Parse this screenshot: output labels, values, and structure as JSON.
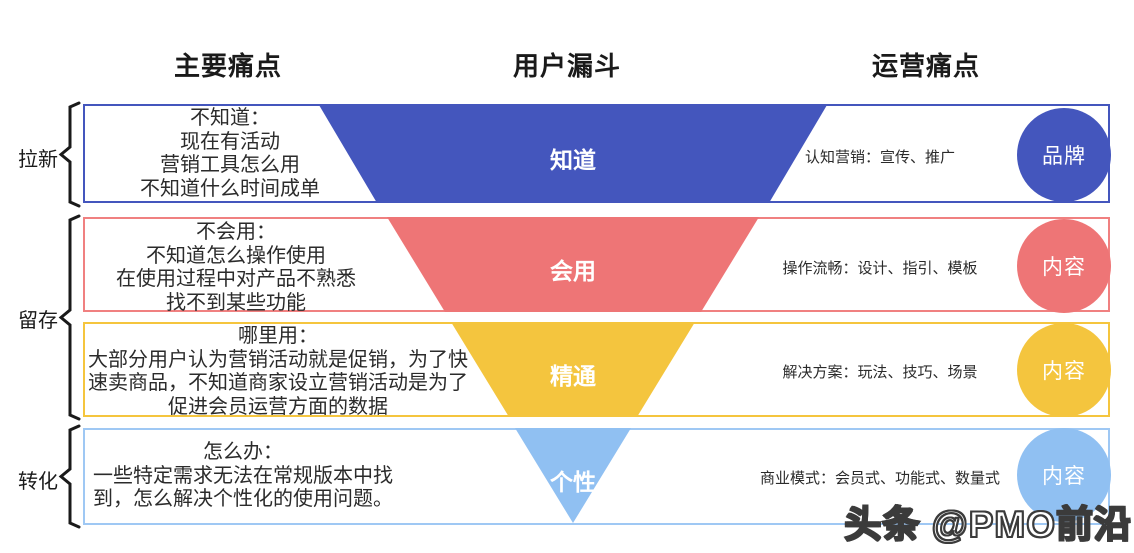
{
  "headers": {
    "left": "主要痛点",
    "center": "用户漏斗",
    "right": "运营痛点"
  },
  "stages": [
    {
      "label": "拉新",
      "covers_rows": [
        0
      ]
    },
    {
      "label": "留存",
      "covers_rows": [
        1,
        2
      ]
    },
    {
      "label": "转化",
      "covers_rows": [
        3
      ]
    }
  ],
  "rows": [
    {
      "pain_lines": [
        "不知道：",
        "现在有活动",
        "营销工具怎么用",
        "不知道什么时间成单"
      ],
      "funnel_label": "知道",
      "ops_text": "认知营销：宣传、推广",
      "circle_label": "品牌",
      "color": "#4456bd"
    },
    {
      "pain_lines": [
        "不会用：",
        "不知道怎么操作使用",
        "在使用过程中对产品不熟悉",
        "找不到某些功能"
      ],
      "funnel_label": "会用",
      "ops_text": "操作流畅：设计、指引、模板",
      "circle_label": "内容",
      "color": "#ee7576"
    },
    {
      "pain_lines": [
        "哪里用：",
        "大部分用户认为营销活动就是促销，为了快",
        "速卖商品，不知道商家设立营销活动是为了",
        "促进会员运营方面的数据"
      ],
      "funnel_label": "精通",
      "ops_text": "解决方案：玩法、技巧、场景",
      "circle_label": "内容",
      "color": "#f4c53e"
    },
    {
      "pain_lines": [
        "怎么办：",
        "一些特定需求无法在常规版本中找",
        "到，怎么解决个性化的使用问题。"
      ],
      "funnel_label": "个性",
      "ops_text": "商业模式：会员式、功能式、数量式",
      "circle_label": "内容",
      "color": "#90c0f2"
    }
  ],
  "watermark": "头条 @PMO前沿",
  "colors": {
    "funnel_blue": "#4456bd",
    "funnel_red": "#ee7576",
    "funnel_yellow": "#f4c53e",
    "funnel_sky": "#90c0f2",
    "border_red": "#f08080",
    "border_sky": "#9fc8f4",
    "text": "#2b2b2b",
    "funnel_text": "#ffffff"
  }
}
